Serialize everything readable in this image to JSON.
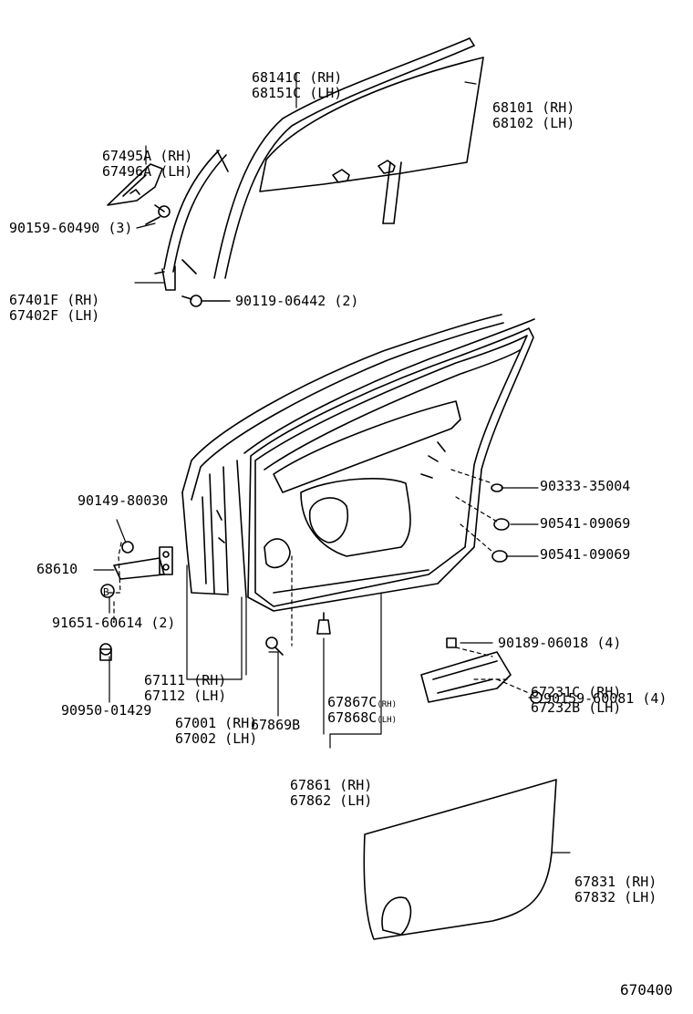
{
  "diagram": {
    "labels": {
      "glass_run": [
        "68141C (RH)",
        "68151C (LH)"
      ],
      "glass": [
        "68101 (RH)",
        "68102 (LH)"
      ],
      "mirror_cover": [
        "67495A (RH)",
        "67496A (LH)"
      ],
      "screw_mirror": "90159-60490 (3)",
      "division_bar": [
        "67401F (RH)",
        "67402F (LH)"
      ],
      "bolt_bar": "90119-06442 (2)",
      "plug_top": "90333-35004",
      "cushion_1": "90541-09069",
      "cushion_2": "90541-09069",
      "bolt_check": "90149-80030",
      "door_check": "68610",
      "bolt_b": "91651-60614 (2)",
      "b_mark": "B",
      "hinge_cover": [
        "67111 (RH)",
        "67112 (LH)"
      ],
      "door_panel": [
        "67001 (RH)",
        "67002 (LH)"
      ],
      "plug_bottom": "90950-01429",
      "clip_c": "67869B",
      "weatherstrip_clip_top": "67867C",
      "weatherstrip_clip_top_side": "(RH)",
      "weatherstrip_clip_bottom": "67868C",
      "weatherstrip_clip_bottom_side": "(LH)",
      "weatherstrip": [
        "67861 (RH)",
        "67862 (LH)"
      ],
      "nut_bracket": "90189-06018 (4)",
      "bracket": [
        "67231C (RH)",
        "67232B (LH)"
      ],
      "screw_bracket": "90159-60081 (4)",
      "service_hole_cover": [
        "67831 (RH)",
        "67832 (LH)"
      ],
      "figure_number": "670400"
    }
  }
}
